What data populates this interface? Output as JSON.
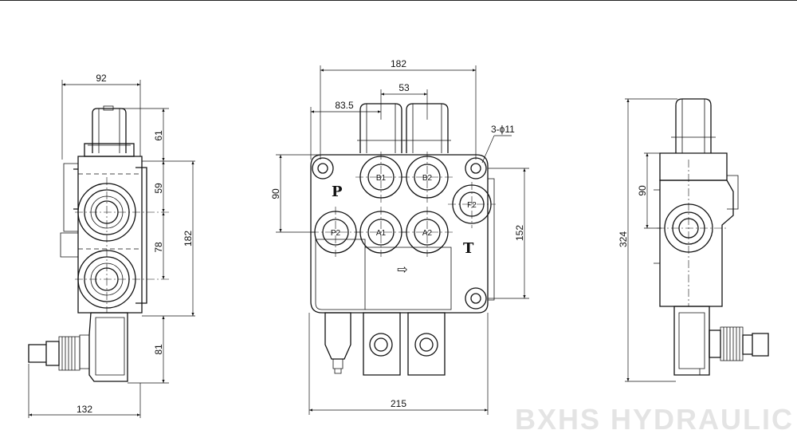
{
  "left_view": {
    "dim_width_top": "92",
    "dim_handle": "61",
    "dim_spacing_1": "59",
    "dim_spacing_2": "78",
    "dim_height": "182",
    "dim_bottom": "81",
    "dim_width_bottom": "132"
  },
  "front_view": {
    "dim_width_top": "182",
    "dim_lever_spacing": "53",
    "dim_offset": "83.5",
    "dim_holes": "3-ϕ11",
    "dim_left_height": "90",
    "dim_right_height": "152",
    "dim_width_bottom": "215",
    "ports": {
      "b1": "B1",
      "b2": "B2",
      "f2": "F2",
      "p2": "P2",
      "a1": "A1",
      "a2": "A2"
    },
    "label_p": "P",
    "label_t": "T",
    "flow_arrow": "⇨"
  },
  "right_view": {
    "dim_height": "324",
    "dim_mid": "90"
  },
  "watermark": "BXHS HYDRAULIC"
}
